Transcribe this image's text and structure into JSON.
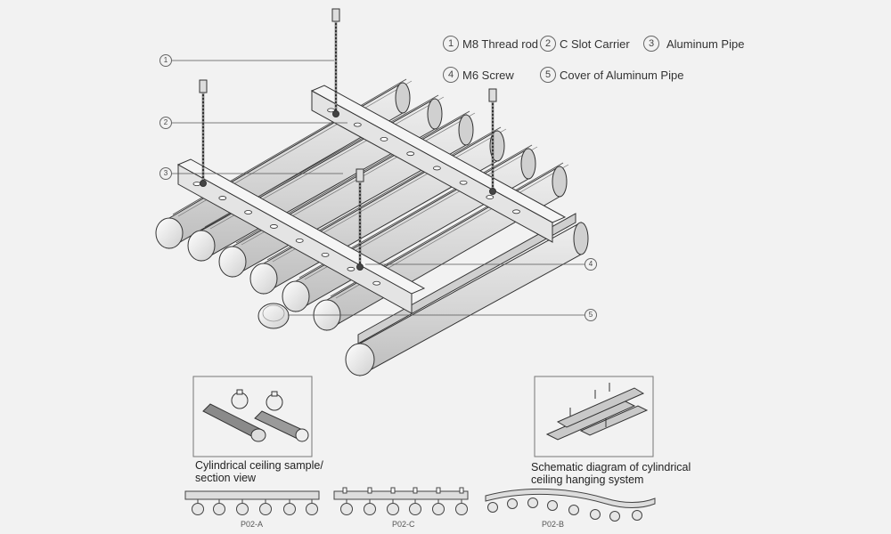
{
  "legend": [
    {
      "num": "1",
      "label": "M8 Thread rod"
    },
    {
      "num": "2",
      "label": "C Slot Carrier"
    },
    {
      "num": "3",
      "label": "Aluminum Pipe"
    },
    {
      "num": "4",
      "label": "M6 Screw"
    },
    {
      "num": "5",
      "label": "Cover of Aluminum Pipe"
    }
  ],
  "callouts": [
    "1",
    "2",
    "3",
    "4",
    "5"
  ],
  "insets": {
    "sample_caption_line1": "Cylindrical ceiling sample/",
    "sample_caption_line2": "section view",
    "schematic_caption_line1": "Schematic diagram of cylindrical",
    "schematic_caption_line2": "ceiling hanging system"
  },
  "profiles": [
    "P02-A",
    "P02-C",
    "P02-B"
  ],
  "colors": {
    "background": "#f2f2f2",
    "line": "#333333",
    "metal": "#d9d9d9"
  }
}
